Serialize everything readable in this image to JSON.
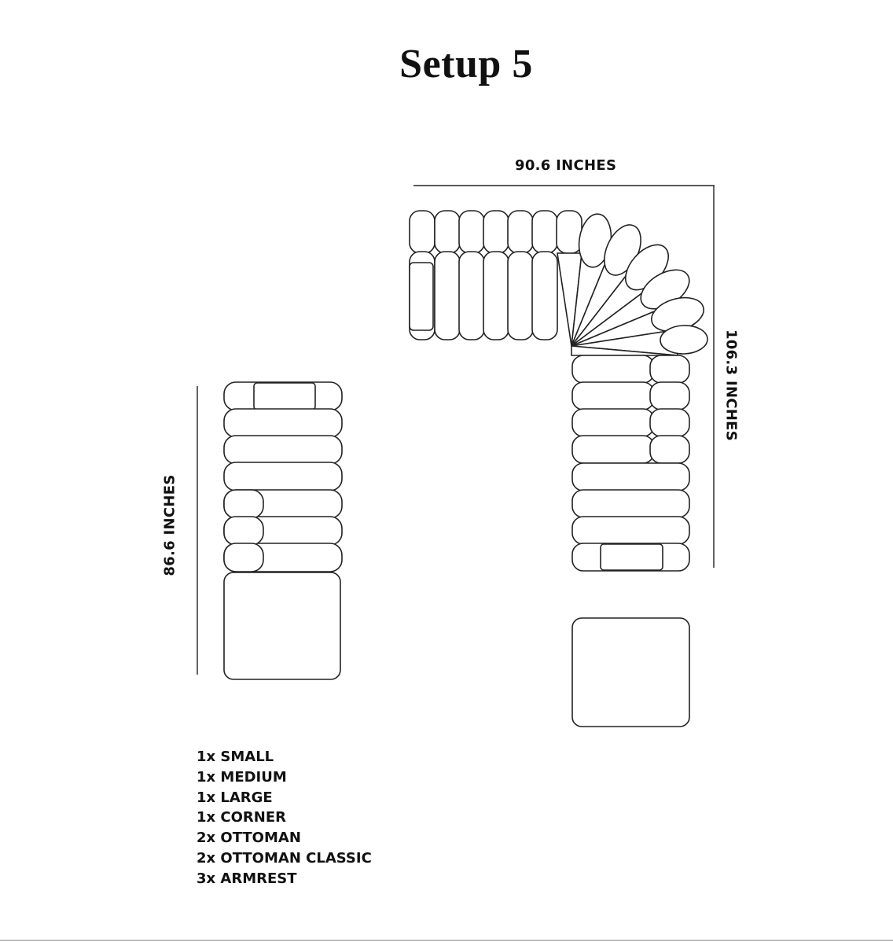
{
  "title": "Setup 5",
  "dimensions": {
    "width": "90.6 INCHES",
    "depth_right": "106.3 INCHES",
    "depth_left": "86.6 INCHES"
  },
  "parts": [
    "1x SMALL",
    "1x MEDIUM",
    "1x LARGE",
    "1x CORNER",
    "2x OTTOMAN",
    "2x OTTOMAN CLASSIC",
    "3x ARMREST"
  ]
}
